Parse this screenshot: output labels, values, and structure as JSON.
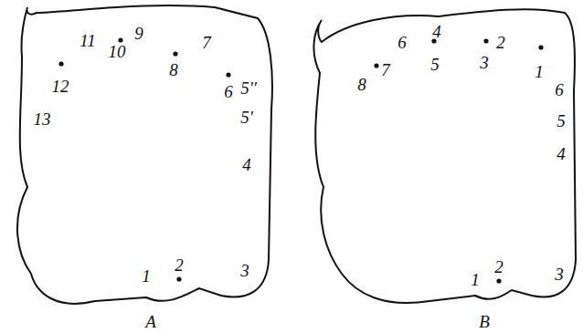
{
  "diagram": {
    "labels": [
      "11",
      "9",
      "7",
      "10",
      "8",
      "12",
      "6",
      "5''",
      "13",
      "5'",
      "4",
      "2",
      "1",
      "3",
      "A",
      "6",
      "4",
      "2",
      "7",
      "5",
      "3",
      "1",
      "8",
      "6",
      "5",
      "4",
      "2",
      "1",
      "3",
      "B"
    ]
  }
}
